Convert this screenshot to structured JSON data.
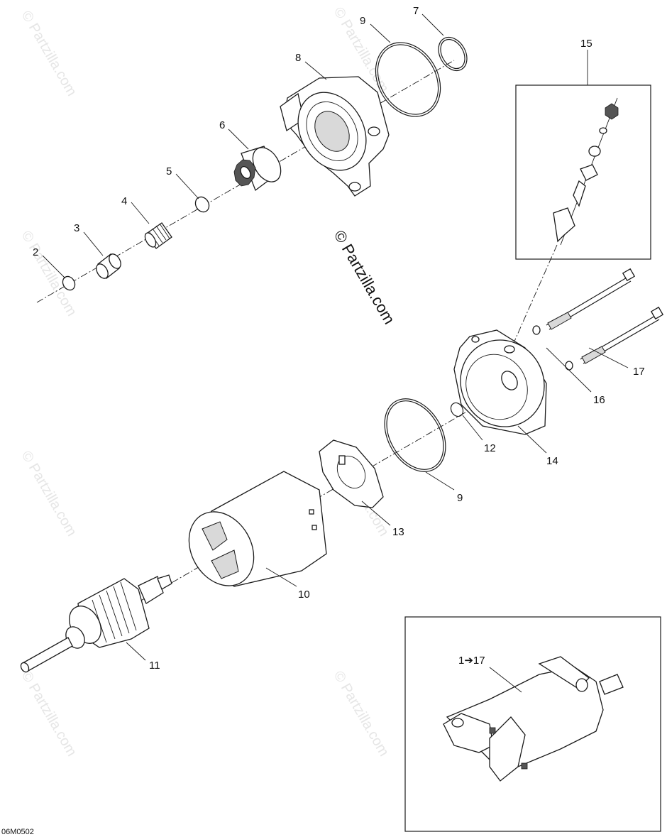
{
  "diagram": {
    "watermark_main": "© Partzilla.com",
    "watermark_tile": "© Partzilla.com",
    "drawing_code": "06M0502",
    "inset_label": "1➔17",
    "callouts": [
      "2",
      "3",
      "4",
      "5",
      "6",
      "7",
      "8",
      "9",
      "15",
      "17",
      "16",
      "12",
      "14",
      "9",
      "13",
      "10",
      "11"
    ]
  }
}
